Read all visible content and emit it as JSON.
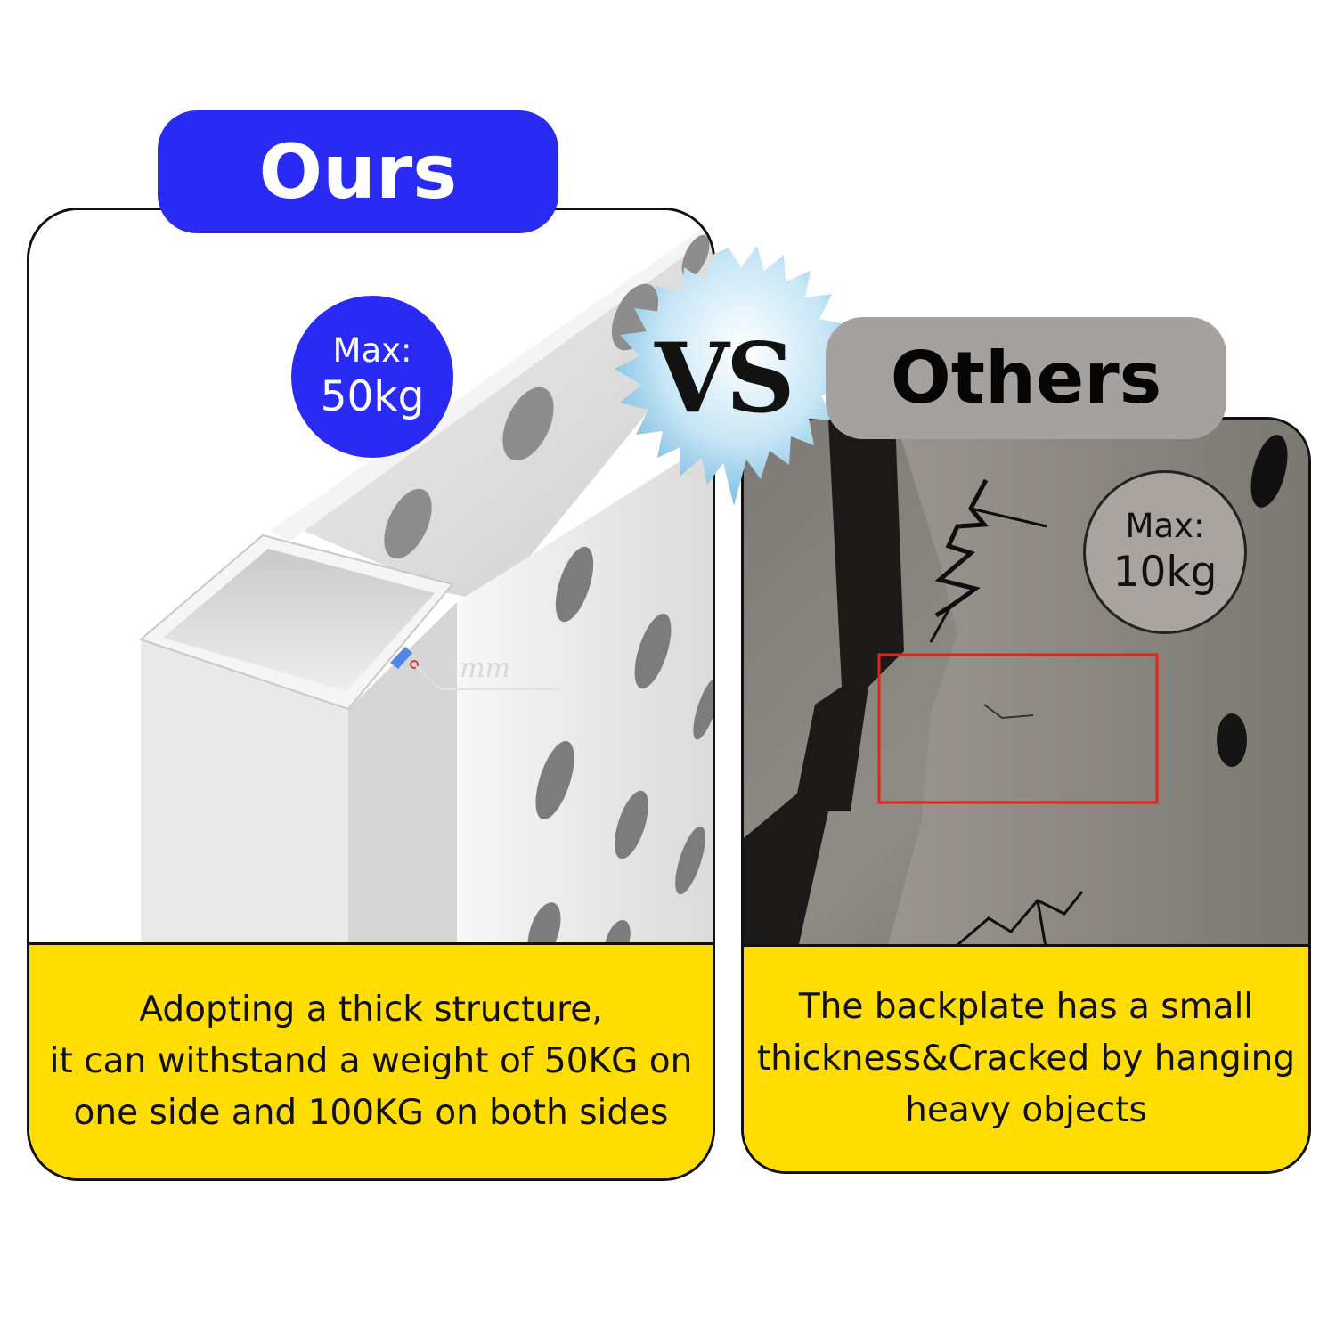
{
  "ours": {
    "title": "Ours",
    "badge_label": "Max:",
    "badge_value": "50kg",
    "thickness_label": "1mm",
    "caption_lines": [
      "Adopting a thick structure,",
      "it can withstand a weight of 50KG on",
      "one side and 100KG on both sides"
    ]
  },
  "others": {
    "title": "Others",
    "badge_label": "Max:",
    "badge_value": "10kg",
    "caption_lines": [
      "The backplate has a small",
      "thickness&Cracked by hanging",
      "heavy objects"
    ]
  },
  "vs_label": "VS",
  "colors": {
    "ours_blue": "#2a2af5",
    "others_gray": "#a5a19e",
    "caption_yellow": "#ffdd00",
    "highlight_red": "#e0261c"
  }
}
